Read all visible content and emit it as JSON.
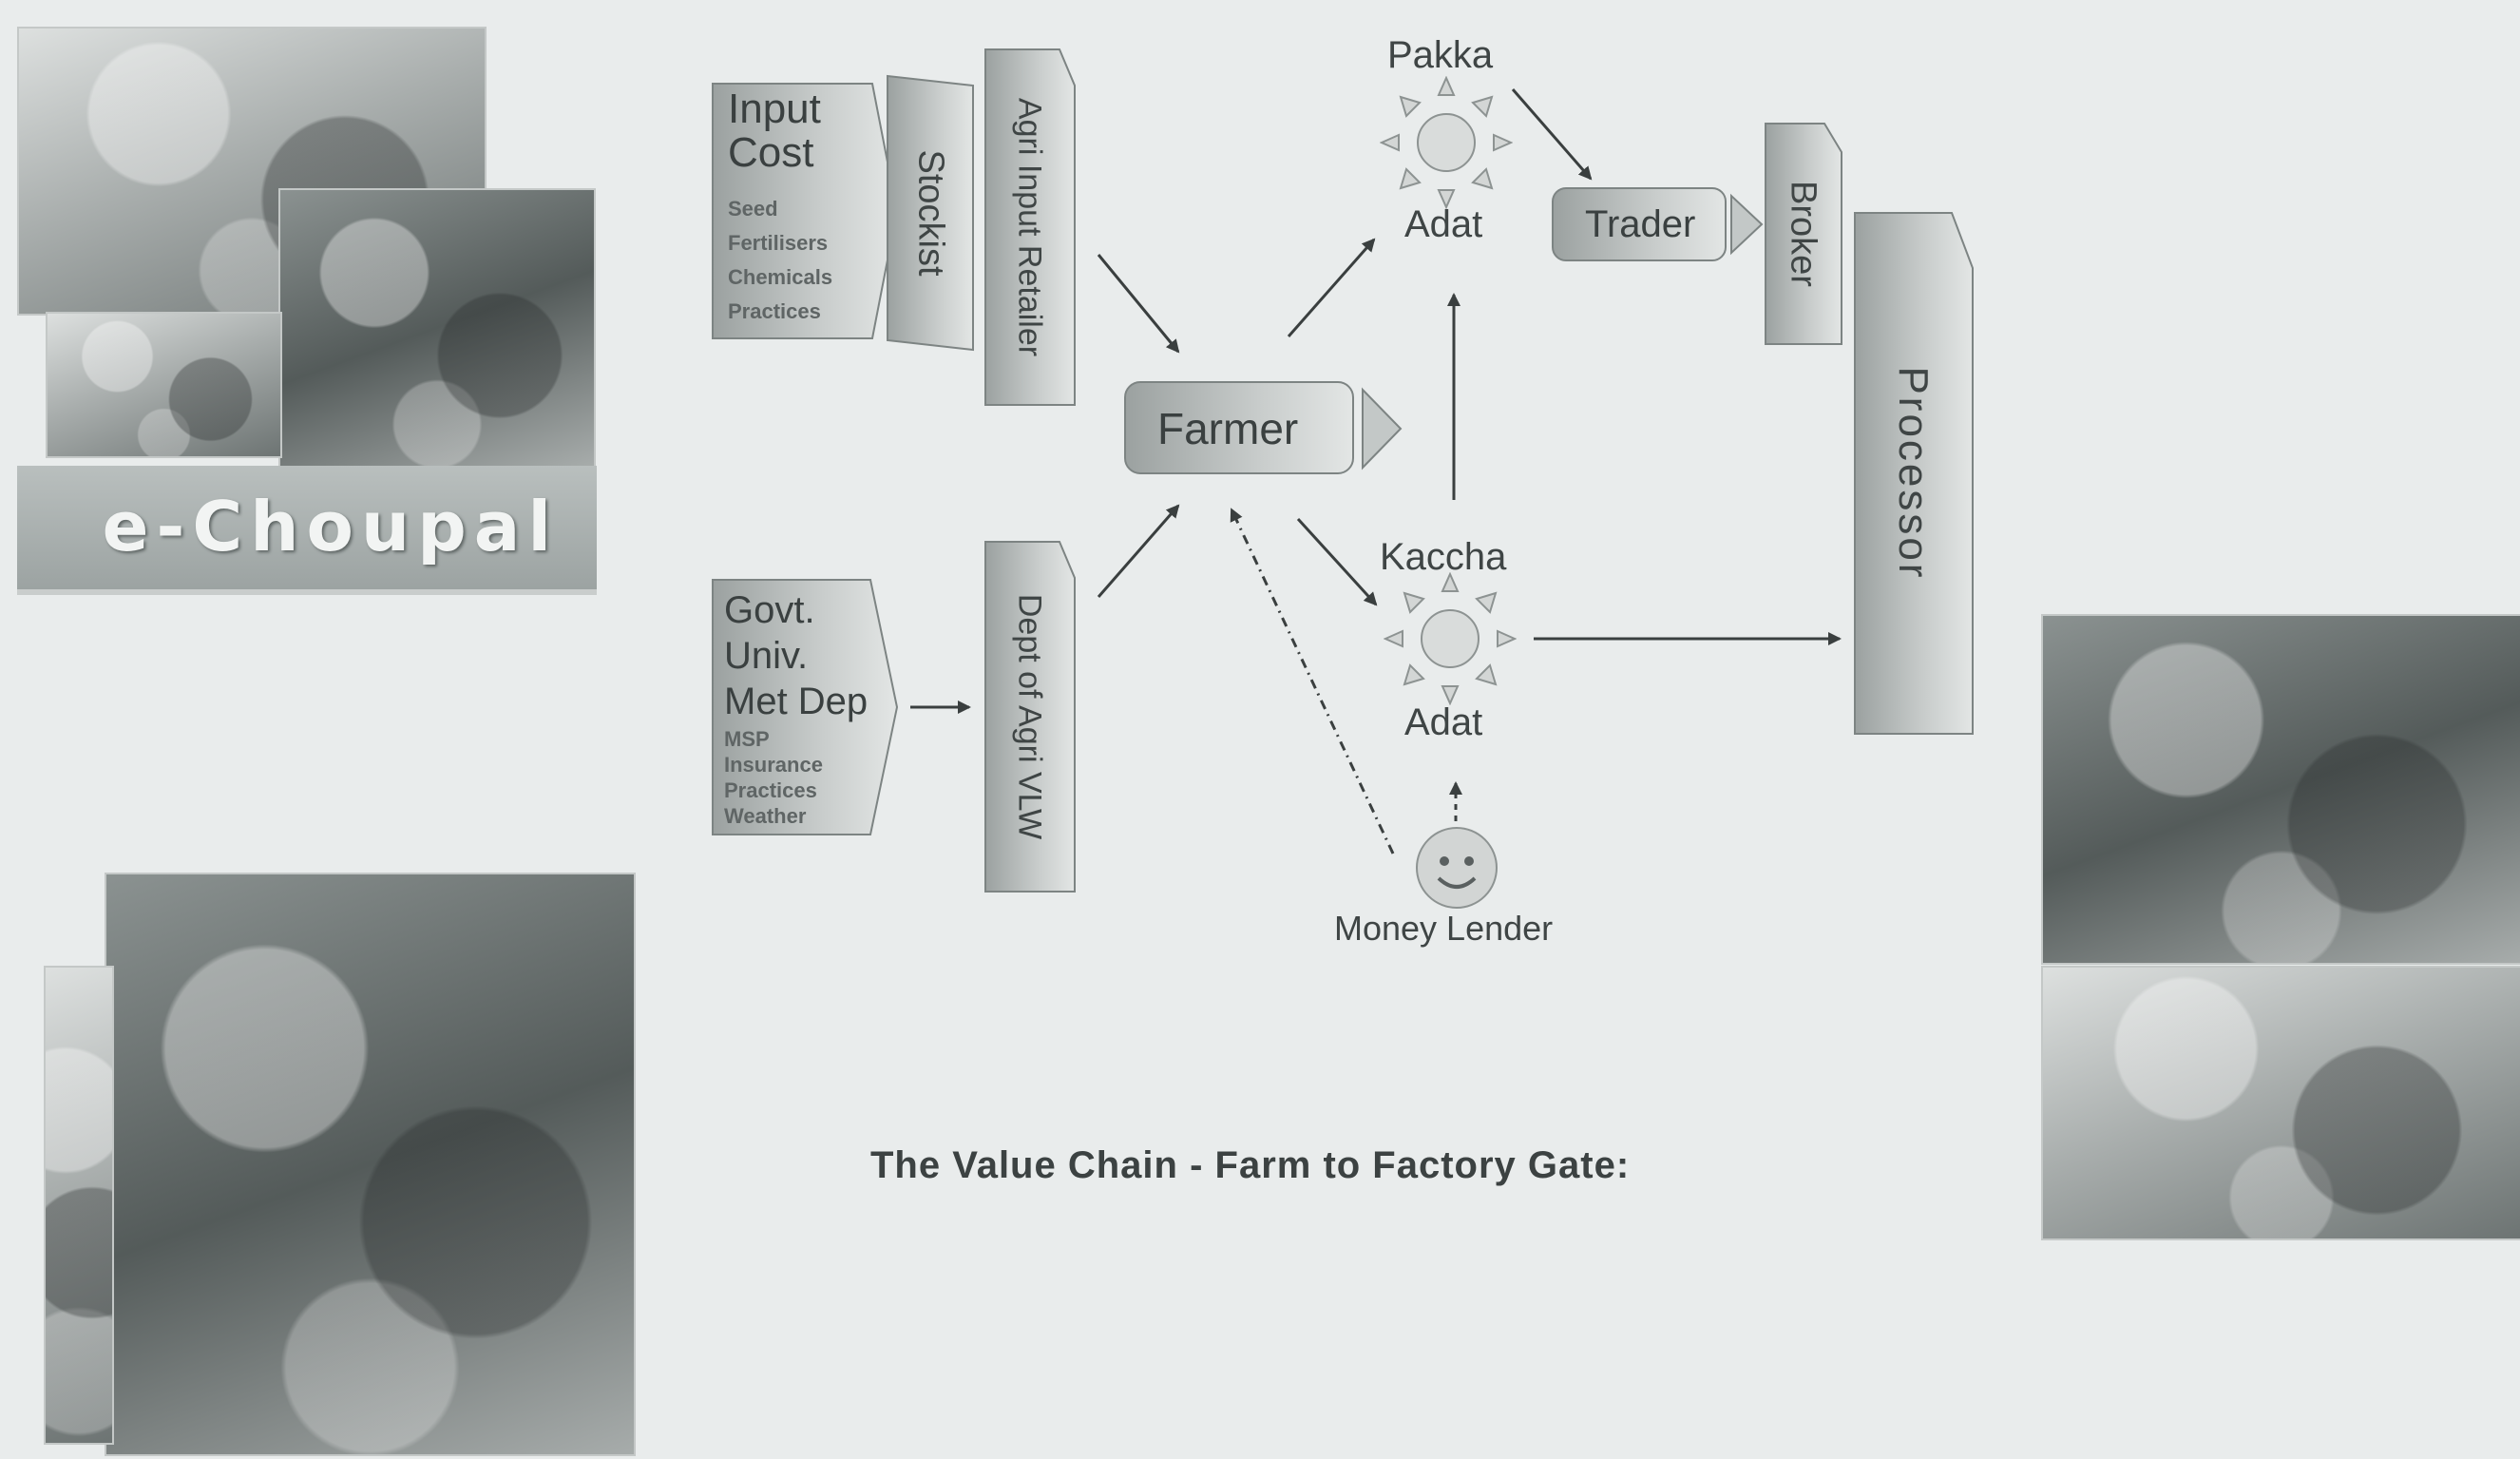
{
  "banner": {
    "text": "e-Choupal"
  },
  "input_cost": {
    "heading": [
      "Input",
      "Cost"
    ],
    "items": [
      "Seed",
      "Fertilisers",
      "Chemicals",
      "Practices"
    ]
  },
  "govt": {
    "heading": [
      "Govt.",
      "Univ.",
      "Met Dep"
    ],
    "items": [
      "MSP",
      "Insurance",
      "Practices",
      "Weather"
    ]
  },
  "vertical": {
    "stockist": "Stockist",
    "agri_input_retailer": "Agri Input Retailer",
    "dept_agri_vlw": "Dept of Agri VLW",
    "broker": "Broker",
    "processor": "Processor"
  },
  "nodes": {
    "farmer": "Farmer",
    "trader": "Trader",
    "pakka_top": "Pakka",
    "pakka_bottom": "Adat",
    "kaccha_top": "Kaccha",
    "kaccha_bottom": "Adat",
    "money_lender": "Money Lender"
  },
  "caption": "The Value Chain - Farm to Factory Gate:",
  "colors": {
    "background": "#e9ecec",
    "box_fill": "#c9cdcc",
    "line": "#3a3f3f"
  }
}
